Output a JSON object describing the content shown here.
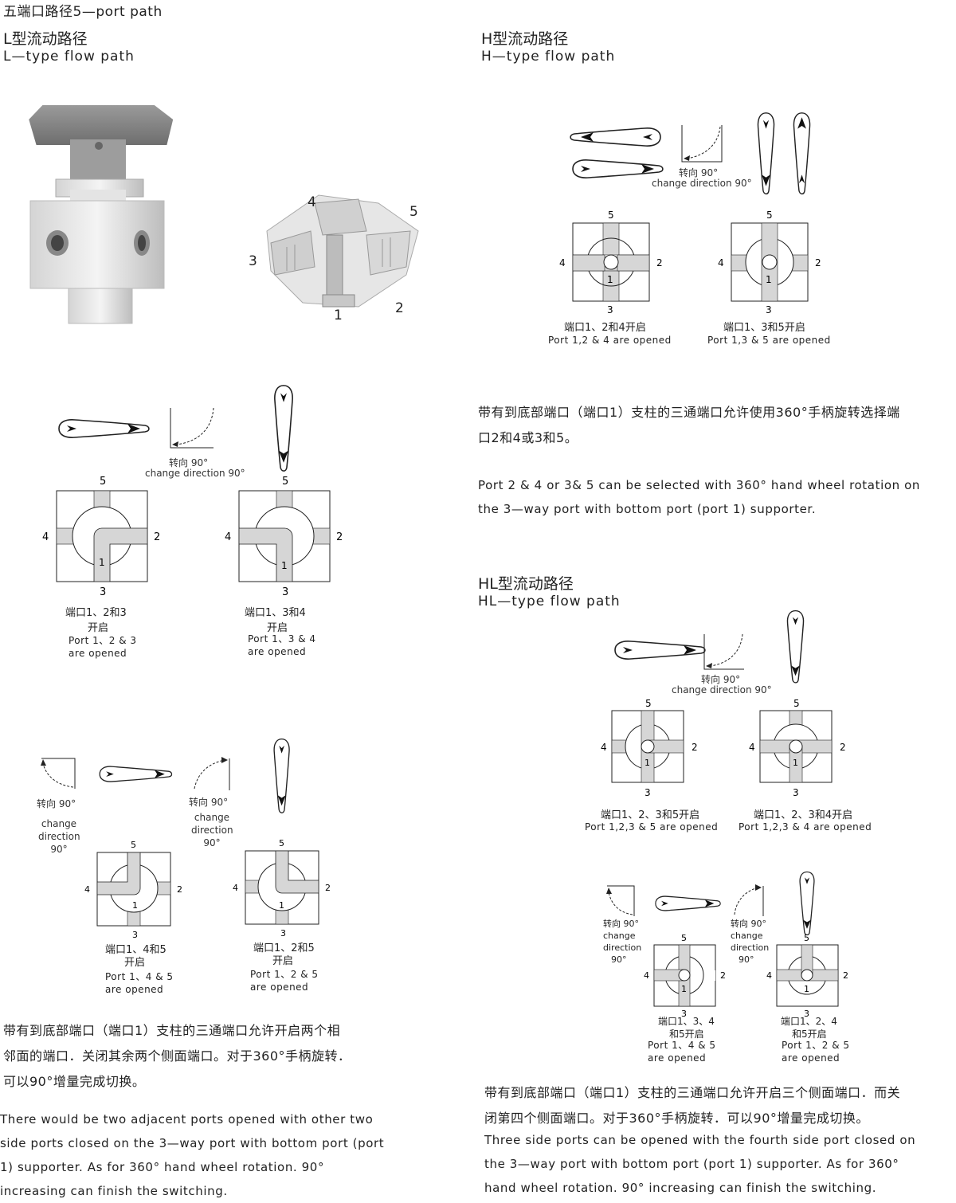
{
  "page_title": "五端口路径5—port path",
  "l_type": {
    "title_cn": "L型流动路径",
    "title_en": "L—type flow path"
  },
  "h_type": {
    "title_cn": "H型流动路径",
    "title_en": "H—type flow path"
  },
  "hl_type": {
    "title_cn": "HL型流动路径",
    "title_en": "HL—type flow path"
  },
  "turn": {
    "cn": "转向 90°",
    "en": "change direction 90°",
    "en_a": "change",
    "en_b": "direction",
    "en_c": "90°"
  },
  "photo_ports": [
    "4",
    "5",
    "3",
    "1",
    "2"
  ],
  "ports": {
    "p1": "1",
    "p2": "2",
    "p3": "3",
    "p4": "4",
    "p5": "5"
  },
  "h_diagrams": [
    {
      "cn": "端口1、2和4开启",
      "en": "Port 1,2 & 4 are opened"
    },
    {
      "cn": "端口1、3和5开启",
      "en": "Port 1,3 & 5 are opened"
    }
  ],
  "h_para_cn": [
    "带有到底部端口（端口1）支柱的三通端口允许使用360°手柄旋转选择端",
    "口2和4或3和5。"
  ],
  "h_para_en": [
    "Port 2 & 4 or 3& 5 can be selected with 360° hand wheel rotation on",
    "the 3—way port with bottom port (port 1) supporter."
  ],
  "l_diagrams_row1": [
    {
      "cn_a": "端口1、2和3",
      "cn_b": "开启",
      "en_a": "Port 1、2 & 3",
      "en_b": "are opened"
    },
    {
      "cn_a": "端口1、3和4",
      "cn_b": "开启",
      "en_a": "Port 1、3 & 4",
      "en_b": "are opened"
    }
  ],
  "l_diagrams_row2": [
    {
      "cn_a": "端口1、4和5",
      "cn_b": "开启",
      "en_a": "Port 1、4 & 5",
      "en_b": "are opened"
    },
    {
      "cn_a": "端口1、2和5",
      "cn_b": "开启",
      "en_a": "Port 1、2 & 5",
      "en_b": "are opened"
    }
  ],
  "l_para_cn": [
    "带有到底部端口（端口1）支柱的三通端口允许开启两个相",
    "邻面的端口．关闭其余两个侧面端口。对于360°手柄旋转．",
    "可以90°增量完成切换。"
  ],
  "l_para_en": [
    "There would be two adjacent ports opened with other two",
    "side ports closed on the 3—way port with bottom port (port",
    "1) supporter. As for 360° hand wheel rotation. 90°",
    "increasing can finish the switching."
  ],
  "hl_diagrams_row1": [
    {
      "cn": "端口1、2、3和5开启",
      "en": "Port 1,2,3 & 5 are opened"
    },
    {
      "cn": "端口1、2、3和4开启",
      "en": "Port 1,2,3 & 4 are opened"
    }
  ],
  "hl_diagrams_row2": [
    {
      "cn_a": "端口1、3、4",
      "cn_b": "和5开启",
      "en_a": "Port 1、4 & 5",
      "en_b": "are opened"
    },
    {
      "cn_a": "端口1、2、4",
      "cn_b": "和5开启",
      "en_a": "Port 1、2 & 5",
      "en_b": "are opened"
    }
  ],
  "hl_para_cn": [
    "带有到底部端口（端口1）支柱的三通端口允许开启三个侧面端口．而关",
    "闭第四个侧面端口。对于360°手柄旋转．可以90°增量完成切换。"
  ],
  "hl_para_en": [
    "Three side ports can be opened with the fourth side port closed on",
    "the 3—way port with bottom port (port 1) supporter. As for 360°",
    "hand wheel rotation. 90° increasing can finish the switching."
  ]
}
